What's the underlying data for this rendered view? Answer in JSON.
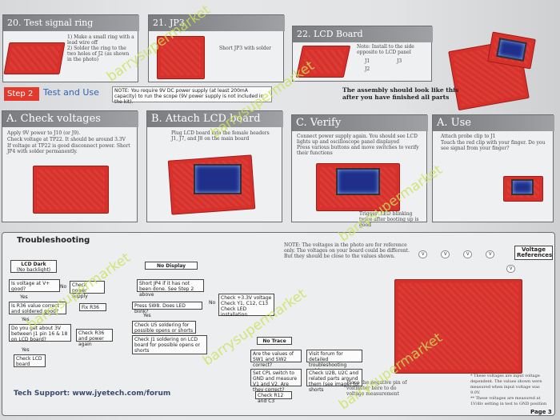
{
  "top": {
    "p20_title": "20. Test signal ring",
    "p20_text": "1) Make a small ring with a lead wire off\n2) Solder the ring to the two holes of J2 (as shown in the photo)",
    "p21_title": "21. JP3",
    "p21_text": "Short JP3 with solder",
    "p22_title": "22. LCD Board",
    "p22_text": "Note: Install to the side opposite to LCD panel",
    "p22_j": [
      "J1",
      "J2",
      "J3"
    ],
    "assembly": "The assembly should look like this\nafter you have finished all parts"
  },
  "step2": {
    "label": "Step 2",
    "title": "Test and Use",
    "note": "NOTE: You require 9V DC power supply (at least 200mA capacity) to run the scope (9V power supply is not included in the kit)."
  },
  "panels": {
    "a_title": "A. Check voltages",
    "a_text": [
      "Apply 9V power to J10 (or J9).",
      "Check voltage at TP22. It should be around 3.3V",
      "If voltage at TP22 is good disconnect power. Short JP4 with solder permanently."
    ],
    "b_title": "B. Attach LCD board",
    "b_text": "Plug LCD board into the female headers J1, J7, and J8 on the main board",
    "c_title": "C. Verify",
    "c_text": [
      "Connect power supply again. You should see LCD lights up and oscilloscope panel displayed",
      "Press various buttons and move switches to verify their functions"
    ],
    "c_note": "Trigger' LED blinking twice after booting up is good",
    "d_title": "A. Use",
    "d_text": [
      "Attach probe clip to J1",
      "Touch the red clip with your finger. Do you see signal from your finger?"
    ]
  },
  "trouble": {
    "title": "Troubleshooting",
    "note": "NOTE: The voltages in the photo are for reference only. The voltages on your board could be different. But they should be close to the values shown.",
    "lcd_dark": "LCD Dark",
    "lcd_dark_sub": "(No backlight)",
    "q1": "Is voltage at V+ good?",
    "a1": "Check power supply",
    "q2": "Is R36 value correct and soldered good?",
    "a2": "Fix R36",
    "q3": "Do you get about 3V between J1 pin 16 & 18 on LCD board?",
    "a3": "Check R36 and power again",
    "a4": "Check LCD board",
    "no_display": "No Display",
    "nd1": "Short JP4 if it has not been done. See Step 2 above",
    "nd2": "Press SW8. Does LED blink?",
    "nd3": "Check U5 soldering for possible opens or shorts",
    "nd4": "Check J1 soldering on LCD board for possible opens or shorts",
    "nd5": [
      "Check +3.3V voltage",
      "Check Y1, C12, C13",
      "Check LED installation"
    ],
    "no_trace": "No Trace",
    "nt1": "Are the values of SW1 and SW2 correct?",
    "nt1a": "Visit forum for detailed troubleshooting guide",
    "nt2": "Set CPL switch to GND and measure V1 and V2. Are they correct?",
    "nt2a": "Check U2B, U2C and related parts around them (see image) for shorts",
    "nt3": "Check R12 and C3",
    "yes": "Yes",
    "no": "No",
    "volt_title": "Voltage References",
    "probe_note": "Place the negative pin of voltmeter here to do voltage measurement",
    "support": "Tech Support:  www.jyetech.com/forum",
    "page": "Page 3",
    "footnote": "* These voltages are input voltage dependent. The values shown were measured when input voltage was 9.0V.\n** These voltages are measured at 1V/div setting in test to GND position"
  },
  "watermark": "barrysupermarket"
}
